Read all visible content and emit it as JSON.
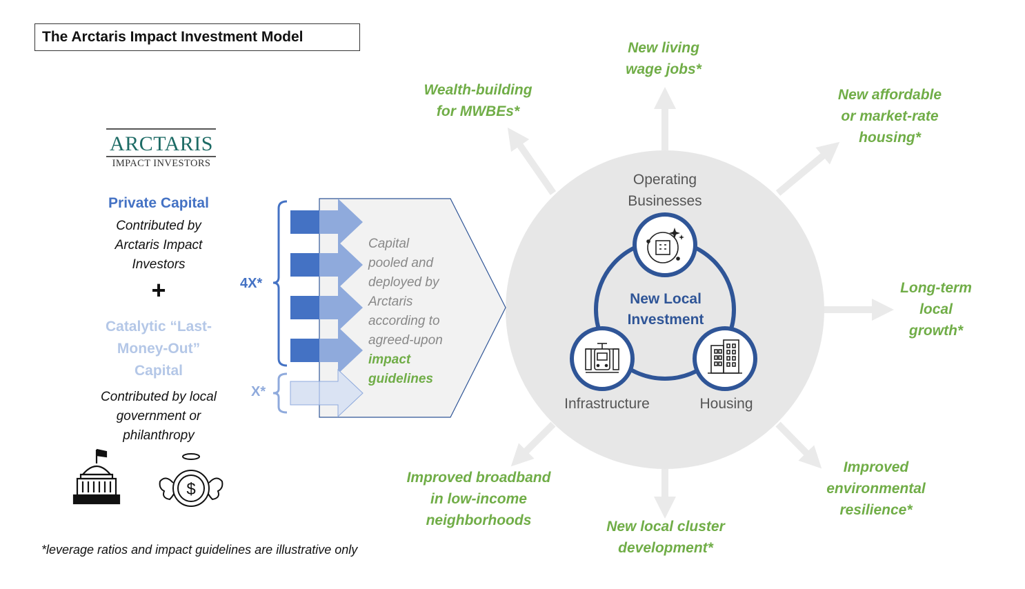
{
  "title": "The Arctaris Impact Investment Model",
  "logo": {
    "name": "ARCTARIS",
    "subtitle": "IMPACT INVESTORS"
  },
  "left": {
    "private_capital": "Private Capital",
    "private_desc": "Contributed by\nArctaris Impact\nInvestors",
    "plus": "+",
    "catalytic": "Catalytic “Last-\nMoney-Out”\nCapital",
    "catalytic_desc": "Contributed by local\ngovernment or\nphilanthropy"
  },
  "leverage": {
    "label_4x": "4X*",
    "label_x": "X*"
  },
  "pool": {
    "text": "Capital\npooled and\ndeployed by\nArctaris\naccording to\nagreed-upon",
    "highlight": "impact\nguidelines"
  },
  "hub": {
    "center": "New Local\nInvestment",
    "top": "Operating\nBusinesses",
    "left": "Infrastructure",
    "right": "Housing"
  },
  "outcomes": {
    "top": "New living\nwage jobs*",
    "top_left": "Wealth-building\nfor MWBEs*",
    "top_right": "New affordable\nor market-rate\nhousing*",
    "right": "Long-term\nlocal\ngrowth*",
    "bottom_right": "Improved\nenvironmental\nresilience*",
    "bottom": "New local cluster\ndevelopment*",
    "bottom_left": "Improved broadband\nin low-income\nneighborhoods"
  },
  "footnote": "*leverage ratios and impact guidelines are illustrative only",
  "colors": {
    "blue_dark": "#4472c4",
    "blue_light": "#b4c7e7",
    "hub_navy": "#2f5597",
    "green": "#70ad47",
    "circle_gray": "#e7e7e7"
  },
  "icons": [
    "capitol-building-icon",
    "angel-money-icon",
    "business-icon",
    "train-icon",
    "apartment-icon"
  ]
}
